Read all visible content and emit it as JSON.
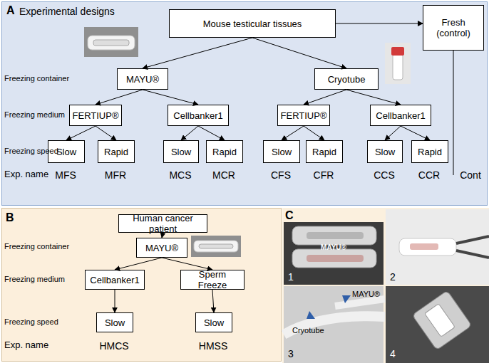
{
  "diagram": {
    "nodes": [
      {
        "text": [
          "A",
          "Experimental designs"
        ]
      },
      {
        "text": [
          "Mouse testicular tissues"
        ],
        "in": 0
      },
      {
        "text": [
          "Fresh (control)"
        ],
        "in": 0
      },
      {
        "text": [
          "MAYU®"
        ],
        "in": 0
      },
      {
        "text": [
          "Cryotube"
        ],
        "in": 0
      },
      {
        "text": [
          "FERTIUP®"
        ],
        "in": 0
      },
      {
        "text": [
          "Cellbanker1"
        ],
        "in": 0
      },
      {
        "text": [
          "FERTIUP®"
        ],
        "in": 0
      },
      {
        "text": [
          "Cellbanker1"
        ],
        "in": 0
      },
      {
        "text": [
          "Slow"
        ],
        "in": 0
      },
      {
        "text": [
          "Rapid"
        ],
        "in": 0
      },
      {
        "text": [
          "Slow"
        ],
        "in": 0
      },
      {
        "text": [
          "Rapid"
        ],
        "in": 0
      },
      {
        "text": [
          "Slow"
        ],
        "in": 0
      },
      {
        "text": [
          "Rapid"
        ],
        "in": 0
      },
      {
        "text": [
          "Slow"
        ],
        "in": 0
      },
      {
        "text": [
          "Rapid"
        ],
        "in": 0
      },
      {
        "text": [
          "B"
        ]
      },
      {
        "text": [
          "Human cancer patient"
        ],
        "in": 17
      },
      {
        "text": [
          "MAYU®"
        ],
        "in": 17
      },
      {
        "text": [
          "Cellbanker1"
        ],
        "in": 17
      },
      {
        "text": [
          "Sperm Freeze"
        ],
        "in": 17
      },
      {
        "text": [
          "Slow"
        ],
        "in": 17
      },
      {
        "text": [
          "Slow"
        ],
        "in": 17
      }
    ],
    "edges": [
      {
        "from": 1,
        "to": 2,
        "arrow": "to"
      },
      {
        "from": 1,
        "to": 3,
        "arrow": "to"
      },
      {
        "from": 1,
        "to": 4,
        "arrow": "to"
      },
      {
        "from": 3,
        "to": 5,
        "arrow": "to"
      },
      {
        "from": 3,
        "to": 6,
        "arrow": "to"
      },
      {
        "from": 4,
        "to": 7,
        "arrow": "to"
      },
      {
        "from": 4,
        "to": 8,
        "arrow": "to"
      },
      {
        "from": 5,
        "to": 9,
        "arrow": "to"
      },
      {
        "from": 5,
        "to": 10,
        "arrow": "to"
      },
      {
        "from": 6,
        "to": 11,
        "arrow": "to"
      },
      {
        "from": 6,
        "to": 12,
        "arrow": "to"
      },
      {
        "from": 7,
        "to": 13,
        "arrow": "to"
      },
      {
        "from": 7,
        "to": 14,
        "arrow": "to"
      },
      {
        "from": 8,
        "to": 15,
        "arrow": "to"
      },
      {
        "from": 8,
        "to": 16,
        "arrow": "to"
      },
      {
        "from": 18,
        "to": 19,
        "arrow": "to"
      },
      {
        "from": 19,
        "to": 20,
        "arrow": "to"
      },
      {
        "from": 19,
        "to": 21,
        "arrow": "to"
      },
      {
        "from": 20,
        "to": 22,
        "arrow": "to"
      },
      {
        "from": 21,
        "to": 23,
        "arrow": "to"
      }
    ],
    "labels": [
      "Freezing container",
      "Freezing medium",
      "Freezing speed",
      "Exp. name",
      "MFS",
      "MFR",
      "MCS",
      "MCR",
      "CFS",
      "CFR",
      "CCS",
      "CCR",
      "Cont",
      "Freezing container",
      "Freezing medium",
      "Freezing speed",
      "Exp. name",
      "HMCS",
      "HMSS",
      "C",
      "1",
      "2",
      "3",
      "4",
      "MAYU®",
      "MAYU®",
      "Cryotube"
    ]
  }
}
